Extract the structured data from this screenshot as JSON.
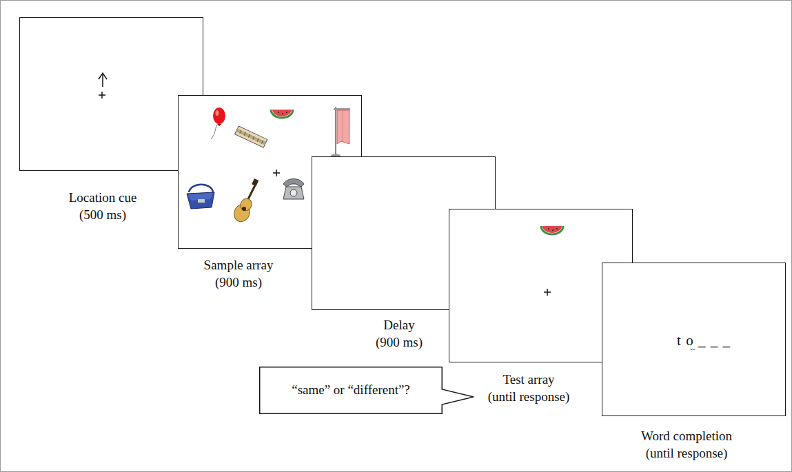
{
  "diagram": {
    "nodes": [
      {
        "text": [
          "Location cue (500 ms)"
        ]
      },
      {
        "text": [
          "Sample array (900 ms)"
        ]
      },
      {
        "text": [
          "Delay (900 ms)"
        ]
      },
      {
        "text": [
          "Test array (until response)"
        ]
      },
      {
        "text": [
          "“same” or “different”?"
        ]
      },
      {
        "text": [
          "t o _ _ _",
          "Word completion (until response)"
        ]
      }
    ]
  }
}
